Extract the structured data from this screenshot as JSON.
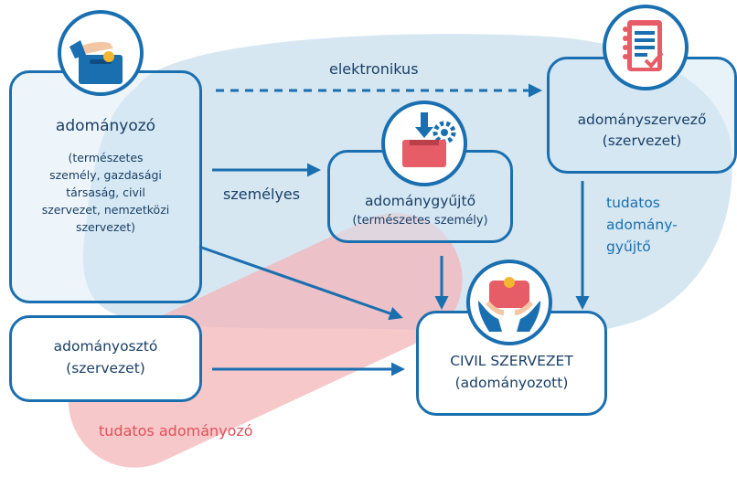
{
  "nodes": {
    "donor": {
      "title": "adományozó",
      "details": [
        "(természetes",
        "személy, gazdasági",
        "társaság, civil",
        "szervezet, nemzetközi",
        "szervezet)"
      ]
    },
    "organizer": {
      "title": "adományszervező",
      "subtitle": "(szervezet)"
    },
    "collector": {
      "title": "adománygyűjtő",
      "subtitle": "(természetes személy)"
    },
    "grantor": {
      "title": "adományosztó",
      "subtitle": "(szervezet)"
    },
    "civil": {
      "title": "CIVIL SZERVEZET",
      "subtitle": "(adományozott)"
    }
  },
  "edges": {
    "electronic": "elektronikus",
    "personal": "személyes"
  },
  "zones": {
    "conscious_collector": [
      "tudatos",
      "adomány-",
      "gyűjtő"
    ],
    "conscious_donor": "tudatos adományozó"
  },
  "icons": {
    "donor": "hand-dropping-coin-into-box-icon",
    "organizer": "clipboard-checklist-icon",
    "collector": "download-tray-with-gear-icon",
    "civil": "hands-holding-wallet-icon"
  },
  "colors": {
    "primary": "#1a6fb0",
    "text": "#1a3f66",
    "blue_zone": "#cfe3f0",
    "red_zone": "#f4b3b6",
    "red_label": "#e0515a",
    "icon_red": "#e65c67"
  }
}
